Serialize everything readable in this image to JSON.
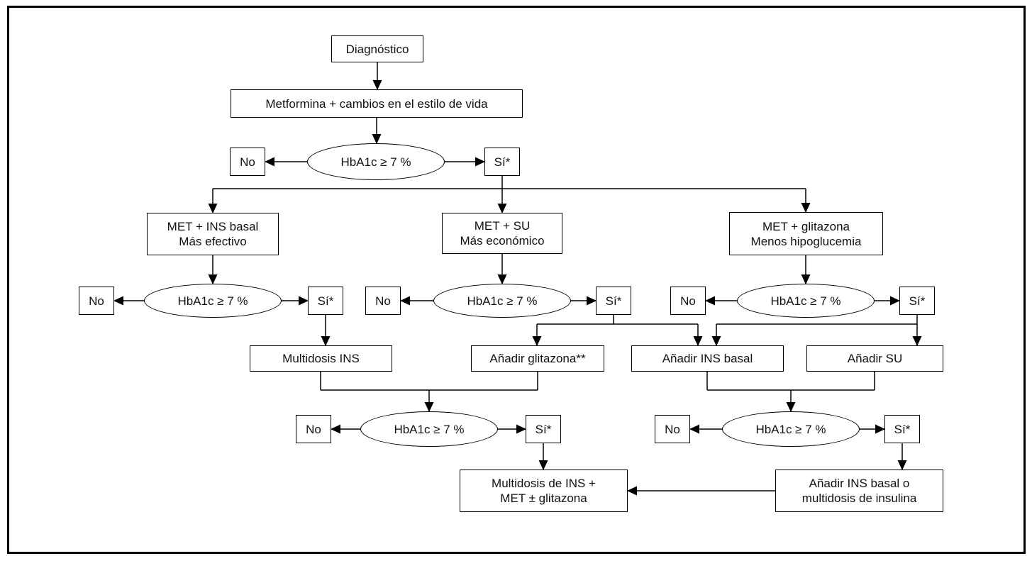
{
  "frame": {
    "background": "#ffffff",
    "border_color": "#000000",
    "line_color": "#000000"
  },
  "labels": {
    "no": "No",
    "si": "Sí*",
    "hba1c": "HbA1c ≥ 7 %"
  },
  "nodes": {
    "diagnostico": "Diagnóstico",
    "metformina": "Metformina + cambios en el estilo de vida",
    "met_ins_basal": {
      "line1": "MET + INS basal",
      "line2": "Más efectivo"
    },
    "met_su": {
      "line1": "MET + SU",
      "line2": "Más económico"
    },
    "met_glitazona": {
      "line1": "MET + glitazona",
      "line2": "Menos hipoglucemia"
    },
    "multidosis_ins": "Multidosis INS",
    "anadir_glitazona": "Añadir glitazona**",
    "anadir_ins_basal": "Añadir INS basal",
    "anadir_su": "Añadir SU",
    "multidosis_final": {
      "line1": "Multidosis de INS +",
      "line2": "MET ± glitazona"
    },
    "anadir_final": {
      "line1": "Añadir INS basal o",
      "line2": "multidosis de insulina"
    }
  }
}
